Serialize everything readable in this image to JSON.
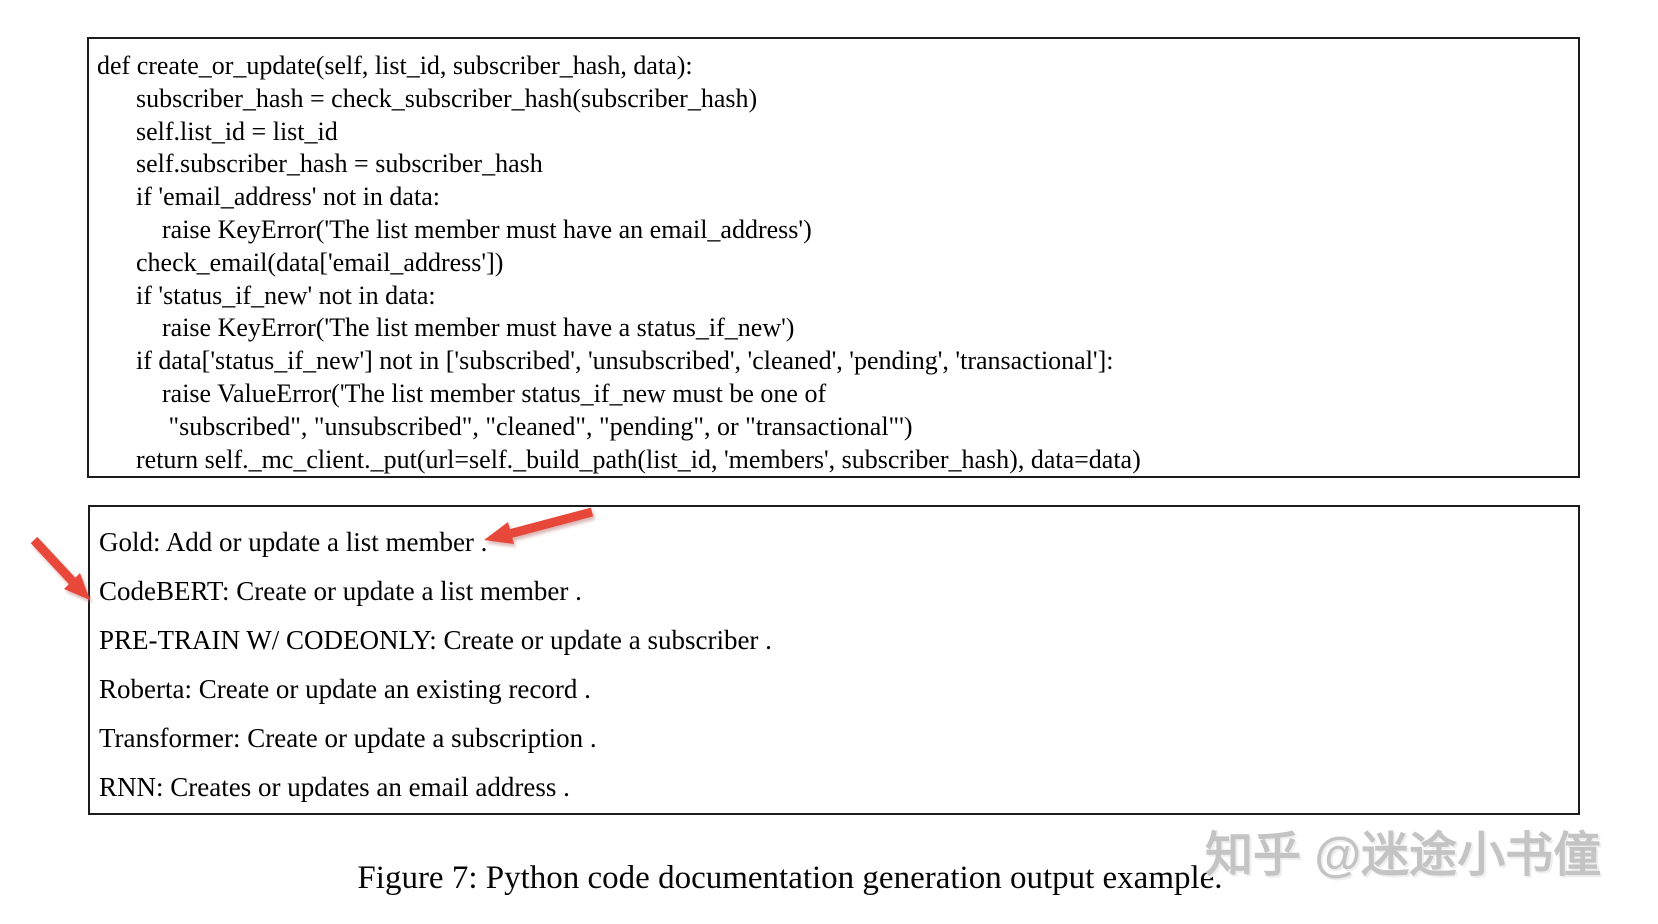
{
  "colors": {
    "arrow_red": "#e8483a",
    "box_border": "#1c1c1c",
    "watermark_gray": "#c4c4c4"
  },
  "code_box": {
    "lines": [
      "def create_or_update(self, list_id, subscriber_hash, data):",
      "      subscriber_hash = check_subscriber_hash(subscriber_hash)",
      "      self.list_id = list_id",
      "      self.subscriber_hash = subscriber_hash",
      "      if 'email_address' not in data:",
      "          raise KeyError('The list member must have an email_address')",
      "      check_email(data['email_address'])",
      "      if 'status_if_new' not in data:",
      "          raise KeyError('The list member must have a status_if_new')",
      "      if data['status_if_new'] not in ['subscribed', 'unsubscribed', 'cleaned', 'pending', 'transactional']:",
      "          raise ValueError('The list member status_if_new must be one of",
      "           \"subscribed\", \"unsubscribed\", \"cleaned\", \"pending\", or \"transactional\"')",
      "      return self._mc_client._put(url=self._build_path(list_id, 'members', subscriber_hash), data=data)"
    ]
  },
  "output_box": {
    "lines": [
      "Gold: Add or update a list member .",
      "CodeBERT: Create or update a list member .",
      "PRE-TRAIN W/ CODEONLY: Create or update a subscriber .",
      "Roberta: Create or update an existing record .",
      "Transformer: Create or update a subscription .",
      "RNN: Creates or updates an email address ."
    ]
  },
  "caption": "Figure 7: Python code documentation generation output example.",
  "watermark": "知乎 @迷途小书僮"
}
